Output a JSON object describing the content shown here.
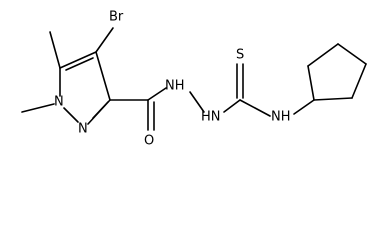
{
  "molecule": {
    "atoms": {
      "br": "Br",
      "n1": "N",
      "n2": "N",
      "nh_amide": "NH",
      "hn_hydrazide": "HN",
      "s": "S",
      "o": "O",
      "nh_cyclopentyl": "NH"
    }
  },
  "colors": {
    "bond": "#000000",
    "text": "#000000",
    "background": "#ffffff"
  }
}
